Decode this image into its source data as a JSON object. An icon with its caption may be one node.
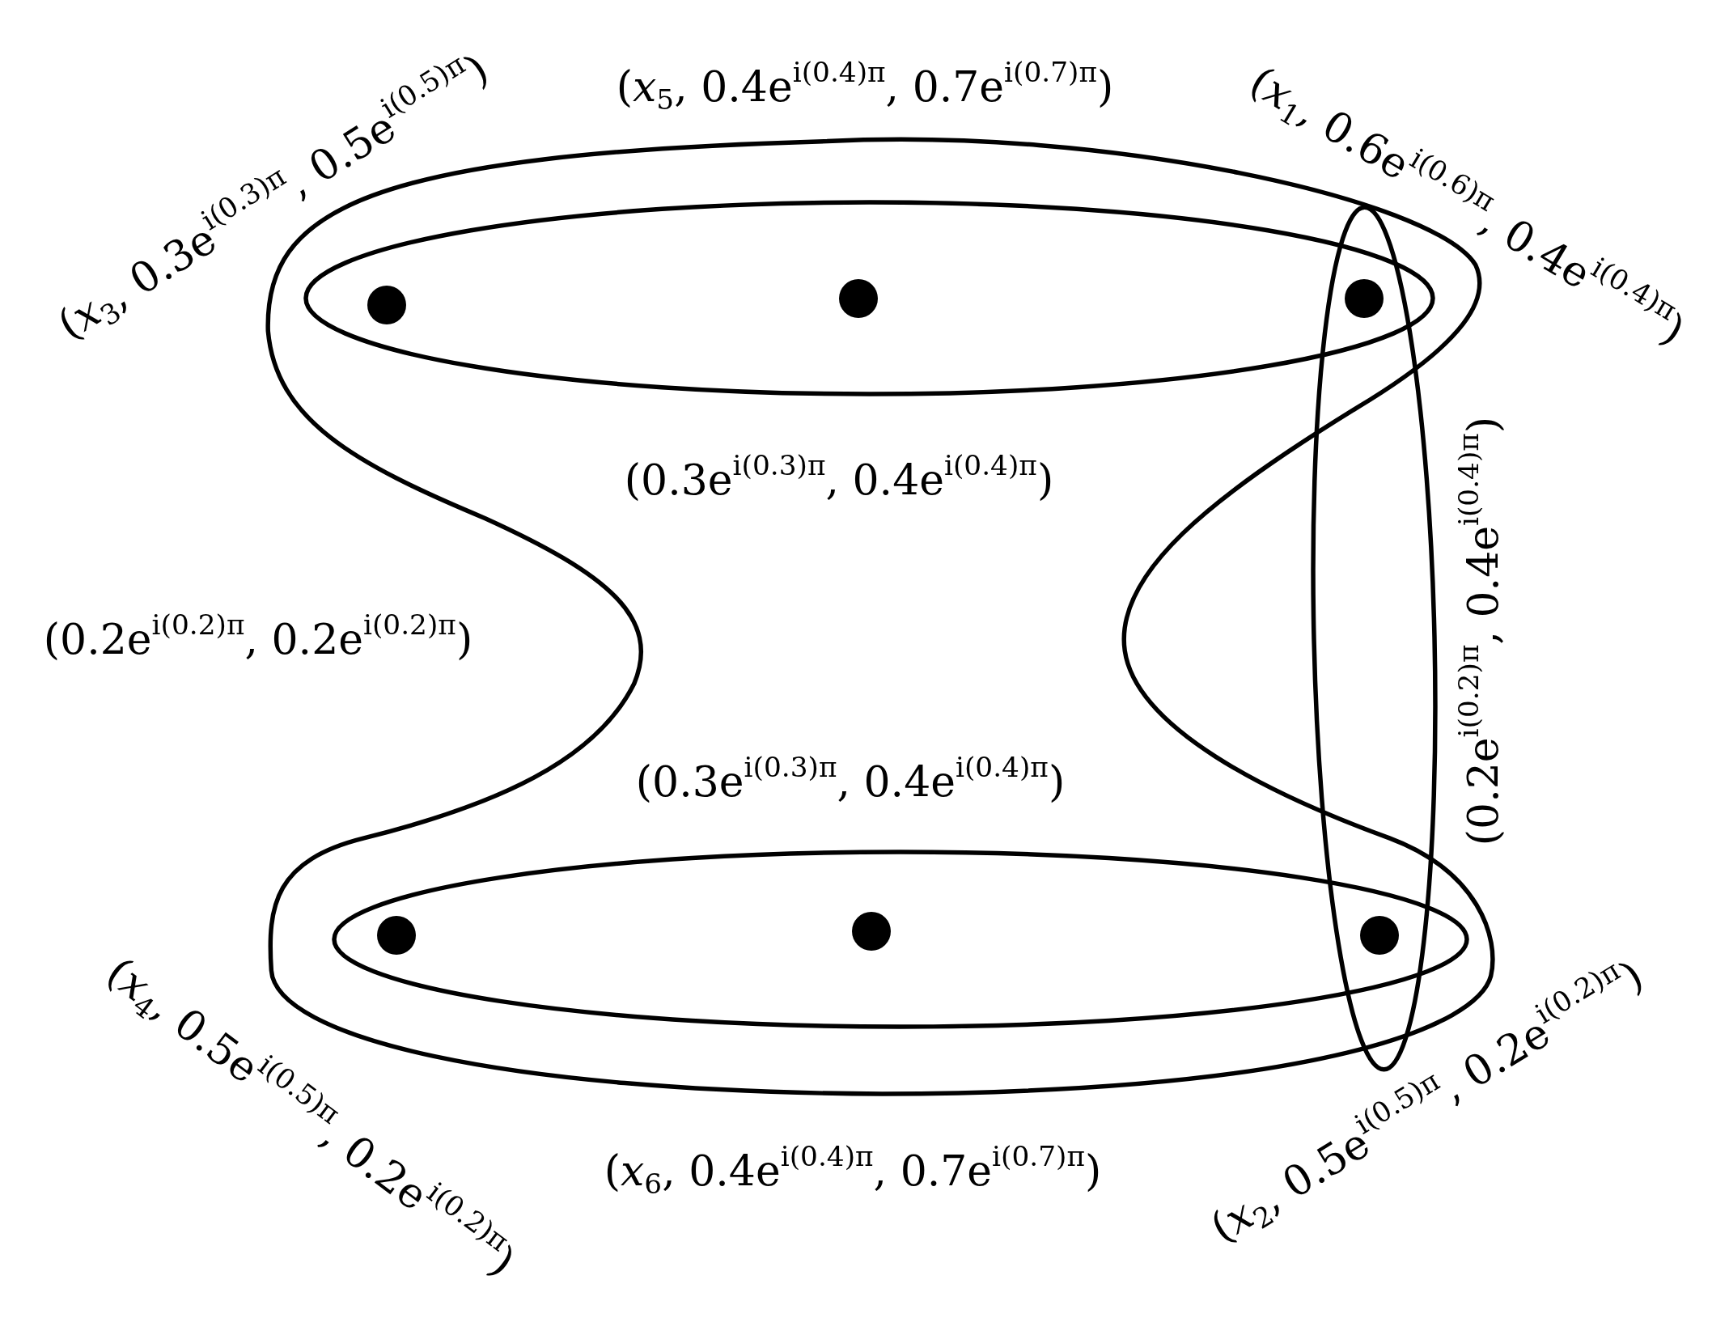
{
  "diagram": {
    "nodes": [
      {
        "text": [],
        "shape": "blob",
        "beside": [
          "(0.2e$^{i(0.2)π}$, 0.2e$^{i(0.2)π}$)"
        ]
      },
      {
        "text": [],
        "shape": "ellipse",
        "in": 0,
        "beside": [
          "(0.3e$^{i(0.3)π}$, 0.4e$^{i(0.4)π}$)"
        ]
      },
      {
        "text": [],
        "shape": "circle",
        "in": 1,
        "beside": [
          "(*x*$_{3}$, 0.3e$^{i(0.3)π}$, 0.5e$^{i(0.5)π}$)"
        ]
      },
      {
        "text": [],
        "shape": "circle",
        "in": 1
      },
      {
        "text": [],
        "shape": "circle",
        "beside": [
          "(*x*$_{1}$, 0.6e$^{i(0.6)π}$, 0.4e$^{i(0.4)π}$)"
        ]
      },
      {
        "text": [],
        "shape": "ellipse",
        "beside": [
          "(0.2e$^{i(0.2)π}$, 0.4e$^{i(0.4)π}$)"
        ]
      },
      {
        "text": [],
        "shape": "ellipse",
        "in": 0,
        "beside": [
          "(0.3e$^{i(0.3)π}$, 0.4e$^{i(0.4)π}$)"
        ]
      },
      {
        "text": [],
        "shape": "circle",
        "in": 6,
        "beside": [
          "(*x*$_{4}$, 0.5e$^{i(0.5)π}$, 0.2e$^{i(0.2)π}$)"
        ]
      },
      {
        "text": [],
        "shape": "circle",
        "in": 6
      },
      {
        "text": [],
        "shape": "circle",
        "beside": [
          "(*x*$_{2}$, 0.5e$^{i(0.5)π}$, 0.2e$^{i(0.2)π}$)"
        ]
      }
    ],
    "labels": [
      "(*x*$_{5}$, 0.4e$^{i(0.4)π}$, 0.7e$^{i(0.7)π}$)",
      "(*x*$_{6}$, 0.4e$^{i(0.4)π}$, 0.7e$^{i(0.7)π}$)"
    ]
  }
}
